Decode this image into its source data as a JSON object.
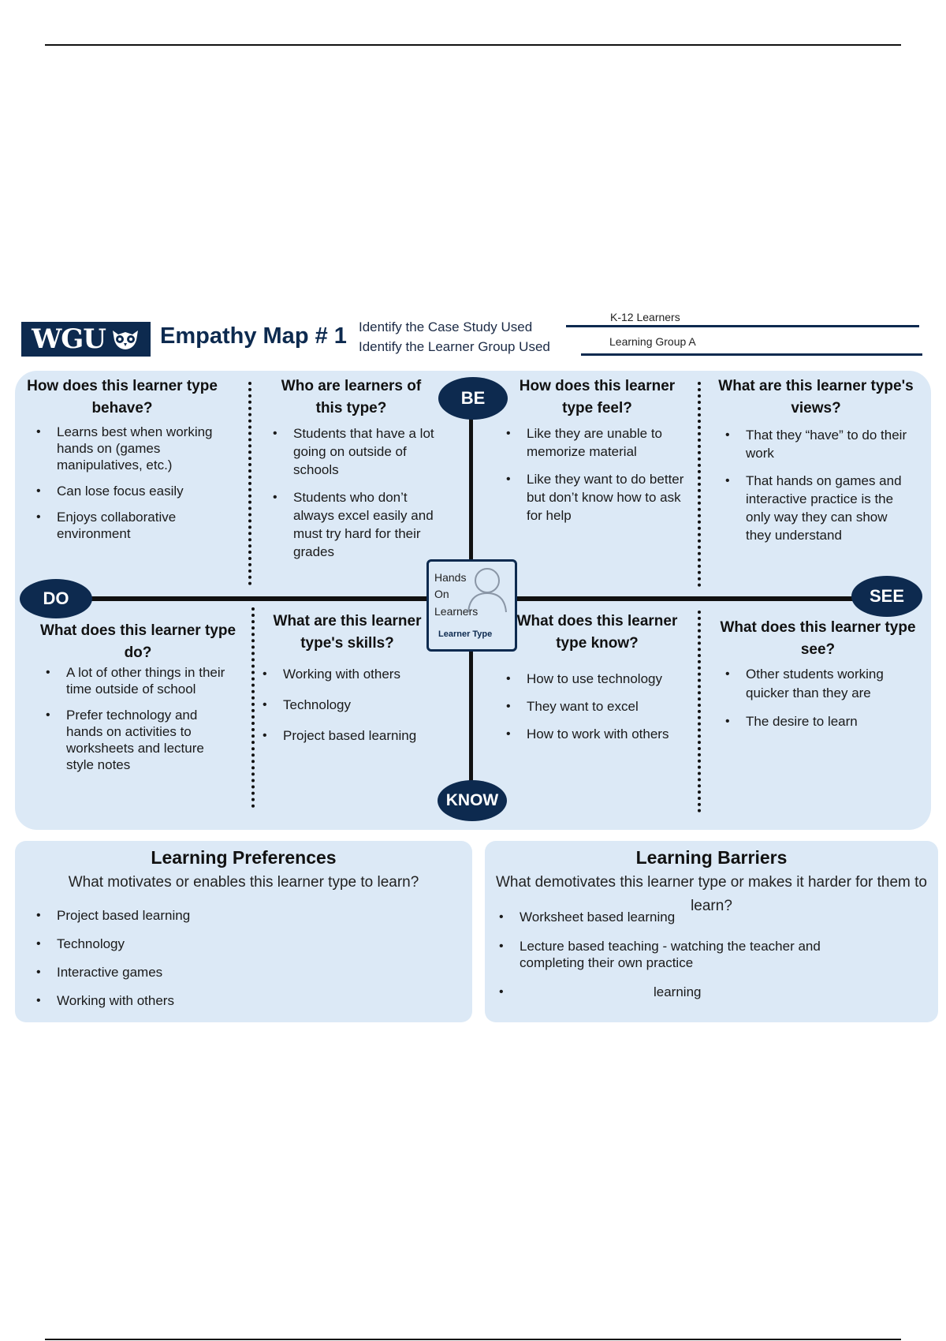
{
  "header": {
    "logo_text": "WGU",
    "title": "Empathy Map # 1",
    "case_study_label": "Identify the Case Study Used",
    "learner_group_label": "Identify the Learner Group Used",
    "case_study_value": "K-12 Learners",
    "learner_group_value": "Learning Group A"
  },
  "markers": {
    "be": "BE",
    "do": "DO",
    "see": "SEE",
    "know": "KNOW"
  },
  "center": {
    "line1": "Hands",
    "line2": "On",
    "line3": "Learners",
    "caption": "Learner Type"
  },
  "quadrants": {
    "behave": {
      "question": "How does this learner type behave?",
      "items": [
        "Learns best when working hands on (games manipulatives, etc.)",
        "Can lose focus easily",
        "Enjoys collaborative environment"
      ]
    },
    "who": {
      "question": "Who are learners of this type?",
      "items": [
        "Students that have a lot going on outside of schools",
        "Students who don’t always excel easily and must try hard for their grades"
      ]
    },
    "feel": {
      "question": "How does this learner type feel?",
      "items": [
        "Like they are unable to memorize material",
        "Like they want to do better but don’t know how to ask for help"
      ]
    },
    "views": {
      "question": "What are this learner type's views?",
      "items": [
        "That they “have” to do their work",
        "That hands on games and interactive practice is the only way they can show they understand"
      ]
    },
    "do": {
      "question": "What does this learner type do?",
      "items": [
        "A lot of other things in their time outside of school",
        "Prefer technology and hands on activities to worksheets and lecture style notes"
      ]
    },
    "skills": {
      "question": "What are this learner type's skills?",
      "items": [
        "Working with others",
        "Technology",
        "Project based learning"
      ]
    },
    "know": {
      "question": "What does this learner type know?",
      "items": [
        "How to use technology",
        "They want to excel",
        "How to work with others"
      ]
    },
    "see": {
      "question": "What does this learner type see?",
      "items": [
        "Other students working quicker than they are",
        "The desire to learn"
      ]
    }
  },
  "preferences": {
    "title": "Learning Preferences",
    "subtitle": "What motivates or enables this learner type to learn?",
    "items": [
      "Project based learning",
      "Technology",
      "Interactive games",
      "Working with others"
    ]
  },
  "barriers": {
    "title": "Learning Barriers",
    "subtitle": "What demotivates this learner type or makes it harder for them to learn?",
    "items": [
      "Worksheet based learning",
      "Lecture based teaching - watching the teacher and completing their own practice",
      "learning"
    ]
  }
}
